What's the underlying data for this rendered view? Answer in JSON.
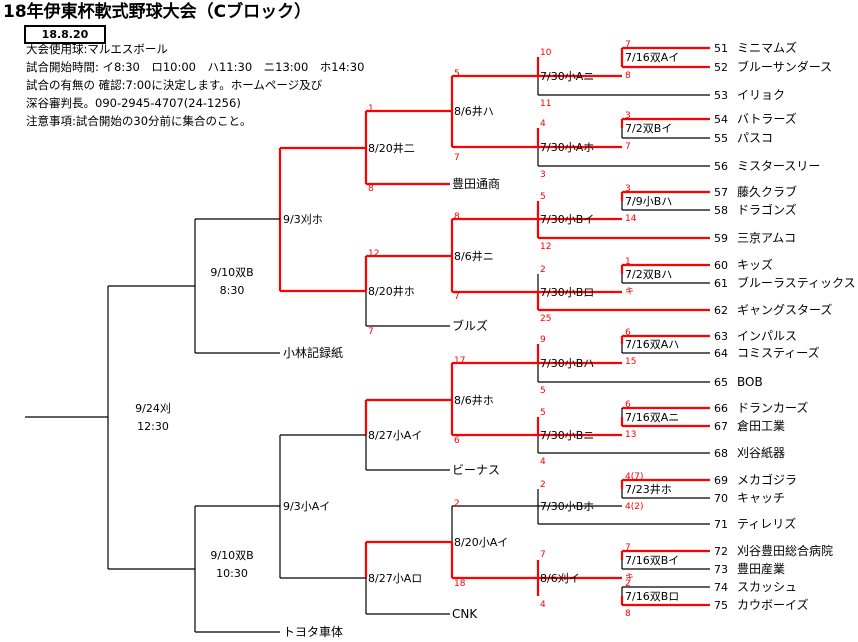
{
  "title": "18年伊東杯軟式野球大会（Cブロック）",
  "date_badge": "18.8.20",
  "info_lines": [
    "大会使用球:マルエスボール",
    "試合開始時間: イ8:30　ロ10:00　ハ11:30　ニ13:00　ホ14:30",
    "試合の有無の 確認:7:00に決定します。ホームページ及び",
    "深谷審判長。090-2945-4707(24-1256)",
    "注意事項:試合開始の30分前に集合のこと。"
  ],
  "teams": [
    {
      "no": "51",
      "name": "ミニマムズ"
    },
    {
      "no": "52",
      "name": "ブルーサンダース"
    },
    {
      "no": "53",
      "name": "イリョク"
    },
    {
      "no": "54",
      "name": "バトラーズ"
    },
    {
      "no": "55",
      "name": "パスコ"
    },
    {
      "no": "56",
      "name": "ミスタースリー"
    },
    {
      "no": "57",
      "name": "藤久クラブ"
    },
    {
      "no": "58",
      "name": "ドラゴンズ"
    },
    {
      "no": "59",
      "name": "三京アムコ"
    },
    {
      "no": "60",
      "name": "キッズ"
    },
    {
      "no": "61",
      "name": "ブルーラスティックス"
    },
    {
      "no": "62",
      "name": "ギャングスターズ"
    },
    {
      "no": "63",
      "name": "インパルス"
    },
    {
      "no": "64",
      "name": "コミスティーズ"
    },
    {
      "no": "65",
      "name": "BOB"
    },
    {
      "no": "66",
      "name": "ドランカーズ"
    },
    {
      "no": "67",
      "name": "倉田工業"
    },
    {
      "no": "68",
      "name": "刈谷紙器"
    },
    {
      "no": "69",
      "name": "メカゴジラ"
    },
    {
      "no": "70",
      "name": "キャッチ"
    },
    {
      "no": "71",
      "name": "ティレリズ"
    },
    {
      "no": "72",
      "name": "刈谷豊田総合病院"
    },
    {
      "no": "73",
      "name": "豊田産業"
    },
    {
      "no": "74",
      "name": "スカッシュ"
    },
    {
      "no": "75",
      "name": "カウボーイズ"
    }
  ],
  "seeded_teams": [
    "豊田通商",
    "ブルズ",
    "小林記録紙",
    "ビーナス",
    "CNK",
    "トヨタ車体"
  ],
  "match_labels": [
    "7/16双Aイ",
    "7/30小Aニ",
    "7/2双Bイ",
    "7/30小Aホ",
    "7/9小Bハ",
    "7/30小Bイ",
    "7/2双Bハ",
    "7/30小Bロ",
    "7/16双Aハ",
    "7/30小Bハ",
    "7/16双Aニ",
    "7/30小Bニ",
    "7/23井ホ",
    "7/30小Bホ",
    "7/16双Bイ",
    "7/16双Bロ",
    "8/6刈イ",
    "8/6井ハ",
    "8/6井ニ",
    "8/6井ホ",
    "8/20小Aイ",
    "8/20井二",
    "8/20井ホ",
    "8/27小Aイ",
    "8/27小Aロ",
    "9/3刈ホ",
    "9/3小Aイ",
    "9/10双B",
    "8:30",
    "9/10双B",
    "10:30",
    "9/24刈",
    "12:30"
  ],
  "scores": [
    "7",
    "8",
    "10",
    "11",
    "5",
    "7",
    "3",
    "7",
    "4",
    "3",
    "1",
    "8",
    "7",
    "3",
    "14",
    "5",
    "12",
    "7",
    "1",
    "キ",
    "2",
    "25",
    "17",
    "6",
    "15",
    "9",
    "5",
    "6",
    "6",
    "13",
    "5",
    "4",
    "4(7)",
    "4(2)",
    "2",
    "7",
    "3",
    "18",
    "13",
    "7",
    "キ",
    "2",
    "8",
    "4"
  ],
  "colors": {
    "winner": "#ff0000",
    "line": "#000000",
    "text": "#000000",
    "score": "#ff0000"
  }
}
